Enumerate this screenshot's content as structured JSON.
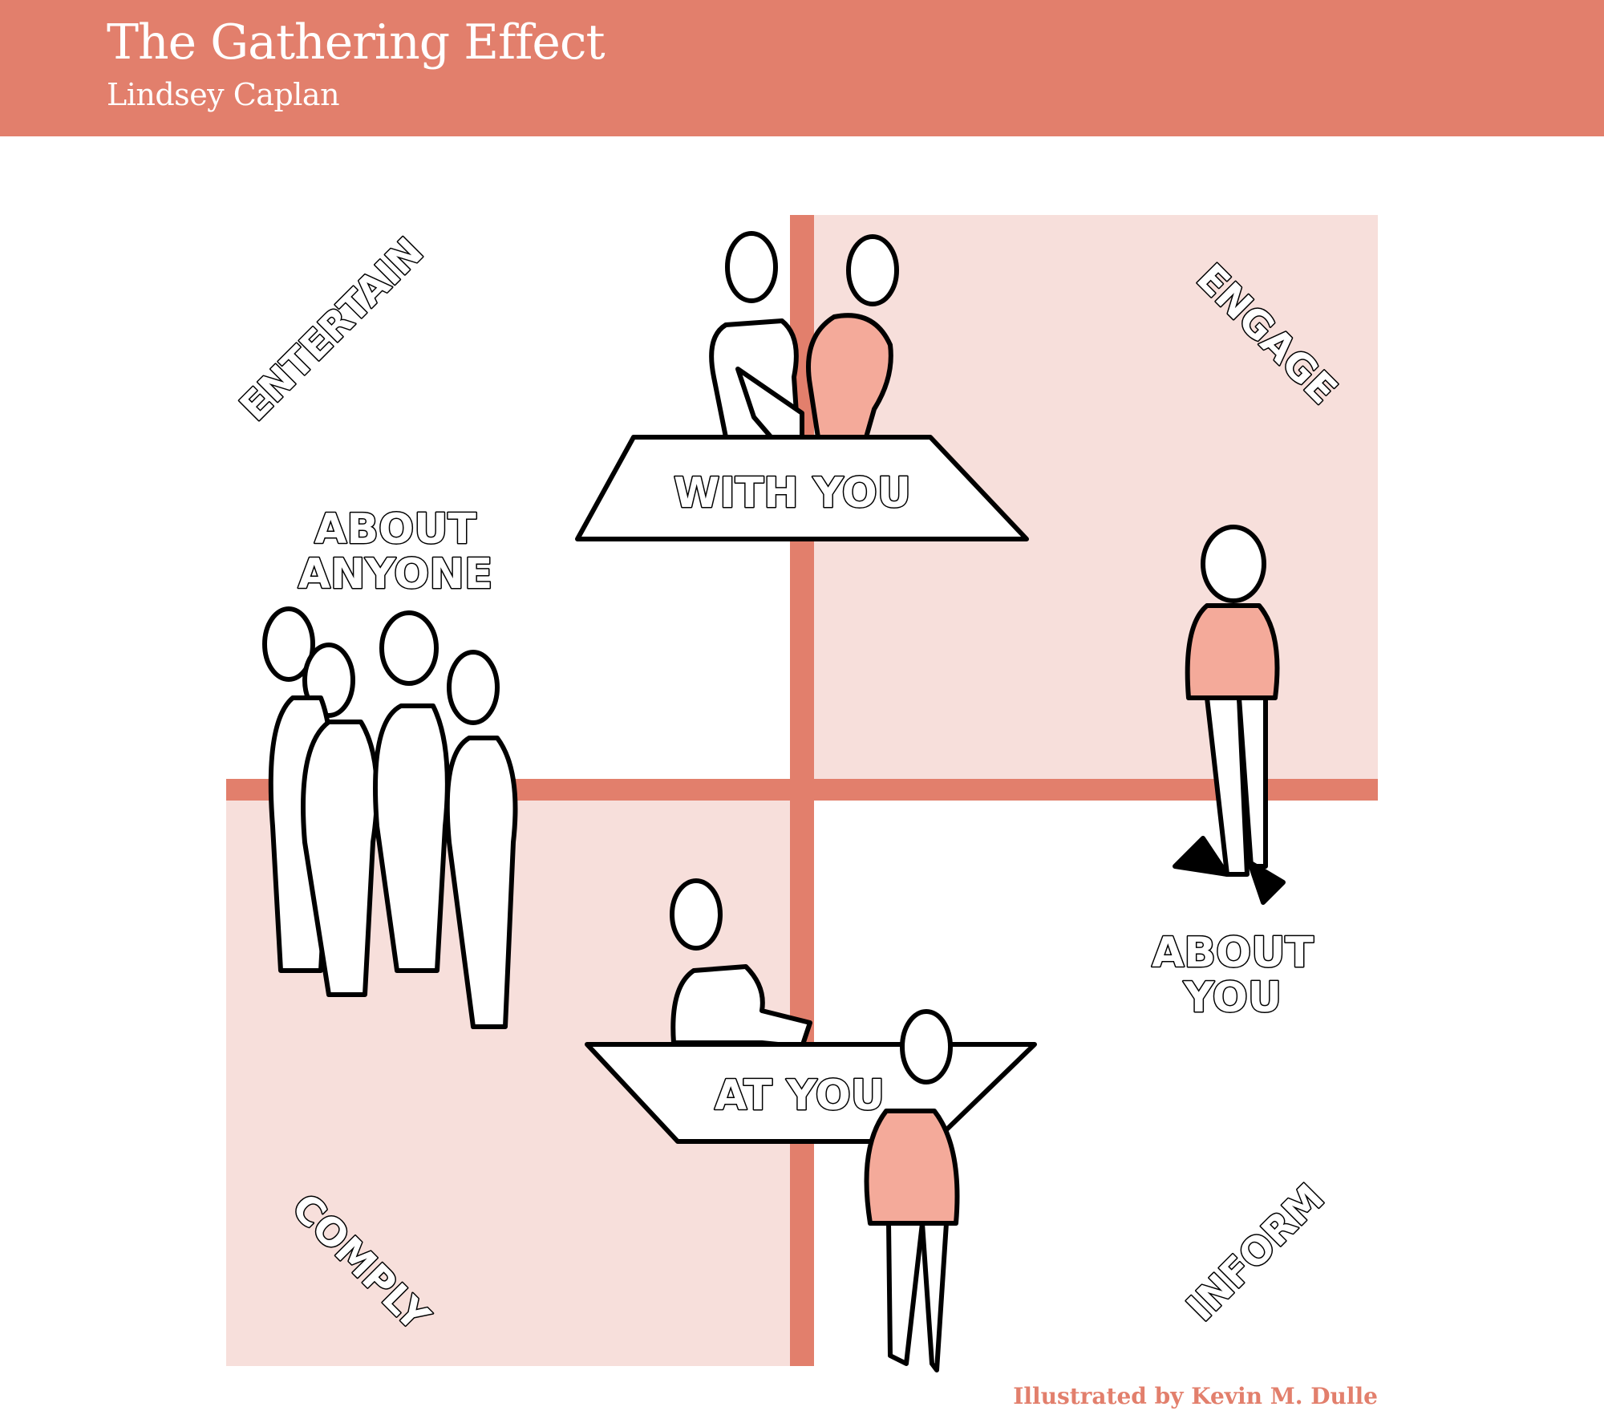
{
  "header": {
    "title": "The Gathering Effect",
    "author": "Lindsey Caplan"
  },
  "diagram": {
    "quadrants": {
      "top_left": "ENTERTAIN",
      "top_right": "ENGAGE",
      "bottom_left": "COMPLY",
      "bottom_right": "INFORM"
    },
    "axes": {
      "top": "WITH YOU",
      "bottom": "AT YOU",
      "left_line1": "ABOUT",
      "left_line2": "ANYONE",
      "right_line1": "ABOUT",
      "right_line2": "YOU"
    },
    "colors": {
      "accent": "#e27f6c",
      "tint": "#f7dfdb",
      "figure_pink": "#f4aa9a"
    }
  },
  "credit": "Illustrated by Kevin M. Dulle"
}
